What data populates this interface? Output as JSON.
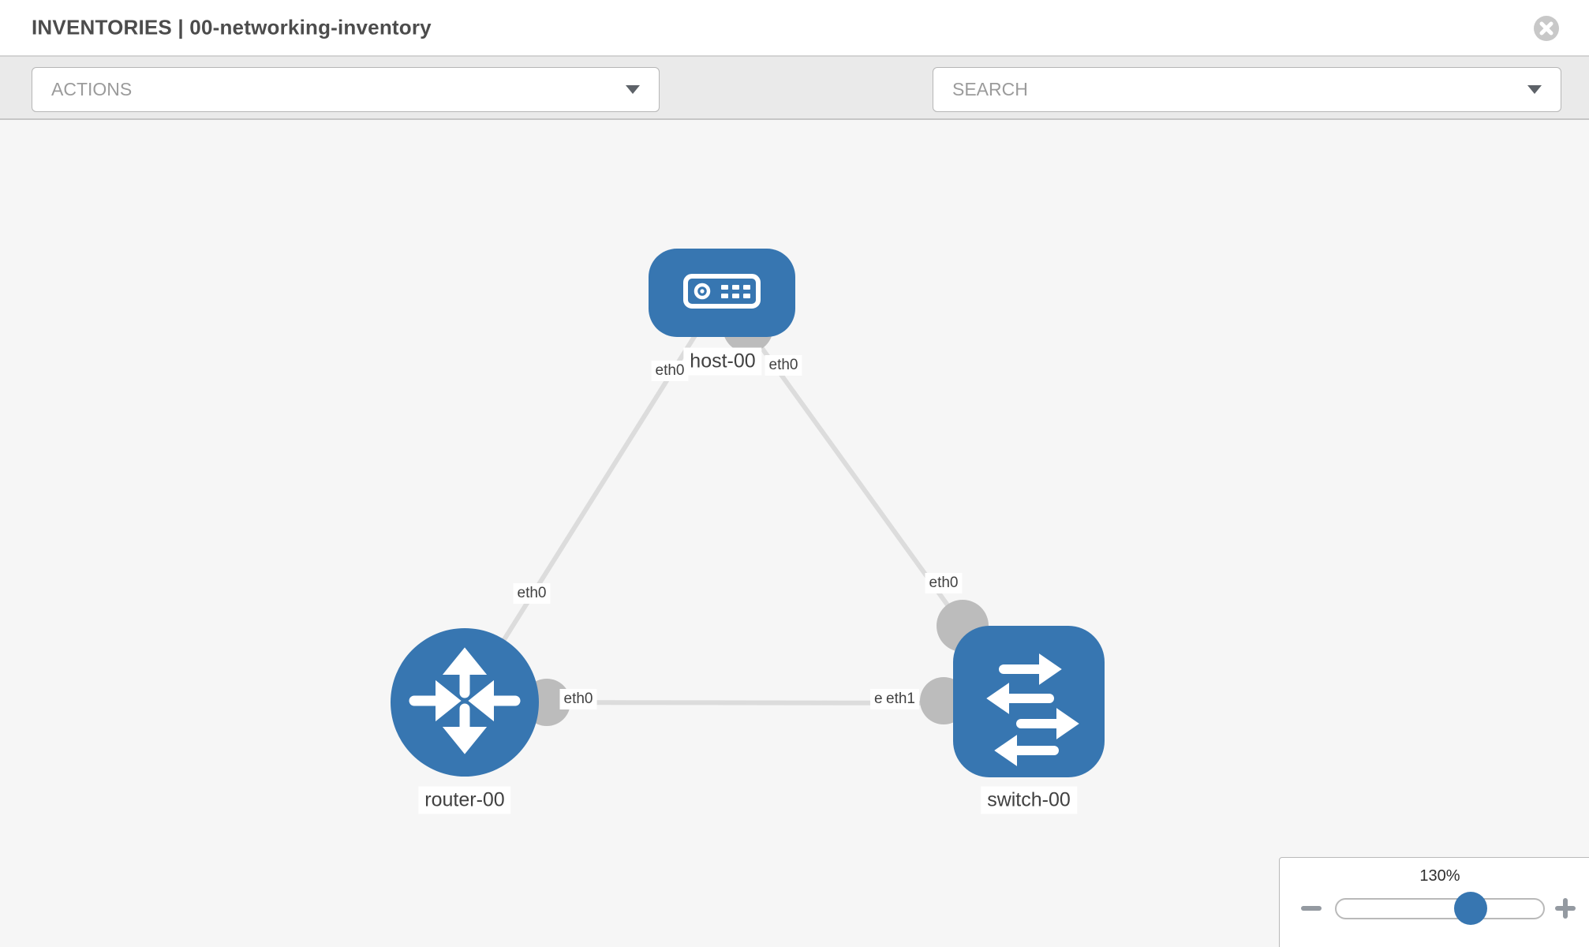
{
  "header": {
    "title": "INVENTORIES | 00-networking-inventory"
  },
  "toolbar": {
    "actions_label": "ACTIONS",
    "search_placeholder": "SEARCH",
    "icons": [
      "wrench-icon",
      "key-icon",
      "chevron-down-icon"
    ]
  },
  "colors": {
    "node_blue": "#3776b1",
    "link_gray": "#dcdcdc",
    "connector_gray": "#bcbcbc",
    "canvas_bg": "#f6f6f6",
    "toolbar_bg": "#eaeaea",
    "icon_gray": "#878f98"
  },
  "topology": {
    "nodes": [
      {
        "label": "host-00",
        "type": "host"
      },
      {
        "label": "router-00",
        "type": "router"
      },
      {
        "label": "switch-00",
        "type": "switch"
      }
    ],
    "interface_labels": {
      "host_left": "eth0",
      "host_right": "eth0",
      "host_router_link": "eth0",
      "host_switch_link": "eth0",
      "router_switch_link_router_side": "eth0",
      "router_switch_link_switch_side_back": "eth1",
      "router_switch_link_switch_side_front": "eth1"
    }
  },
  "zoom_control": {
    "percent": "130%",
    "value_percent": 65
  }
}
